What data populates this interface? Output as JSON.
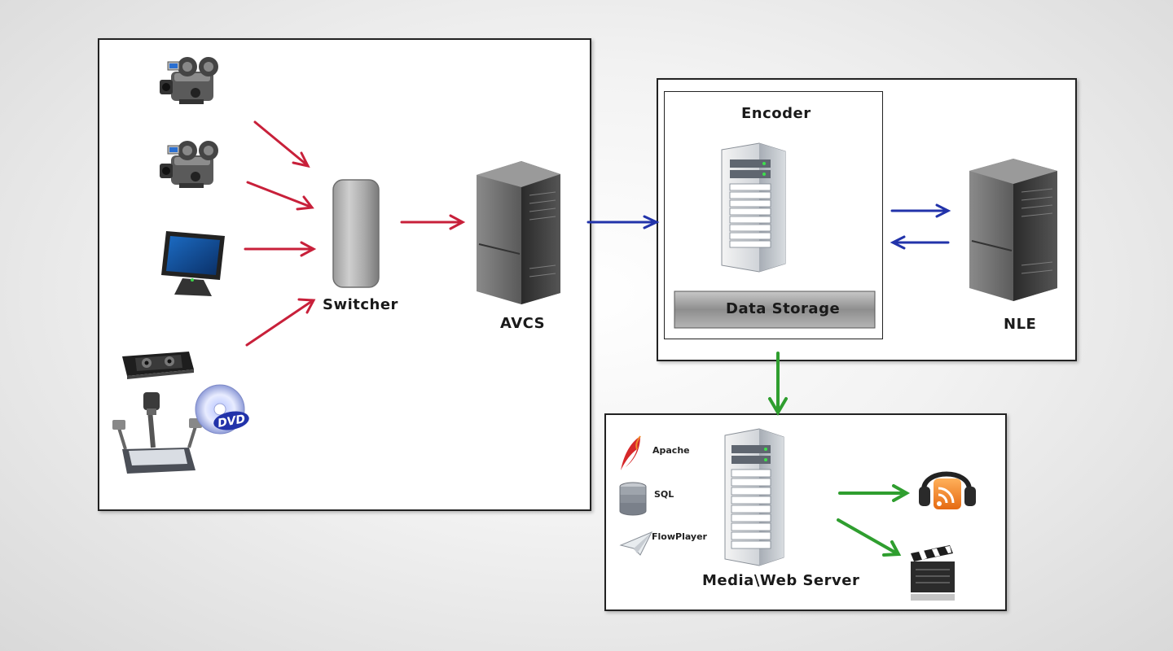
{
  "labels": {
    "switcher": "Switcher",
    "avcs": "AVCS",
    "encoder": "Encoder",
    "data_storage": "Data Storage",
    "nle": "NLE",
    "media_web_server": "Media\\Web Server",
    "apache": "Apache",
    "sql": "SQL",
    "flowplayer": "FlowPlayer",
    "dvd": "DVD"
  },
  "colors": {
    "input_arrow": "#c8203a",
    "encoder_arrow": "#2233aa",
    "output_arrow": "#2f9e2f"
  },
  "icons": [
    "video-camera-icon",
    "monitor-icon",
    "vhs-tape-icon",
    "document-camera-icon",
    "dvd-disc-icon",
    "server-tower-icon",
    "apache-feather-icon",
    "database-icon",
    "paper-plane-icon",
    "podcast-rss-icon",
    "clapperboard-icon"
  ]
}
